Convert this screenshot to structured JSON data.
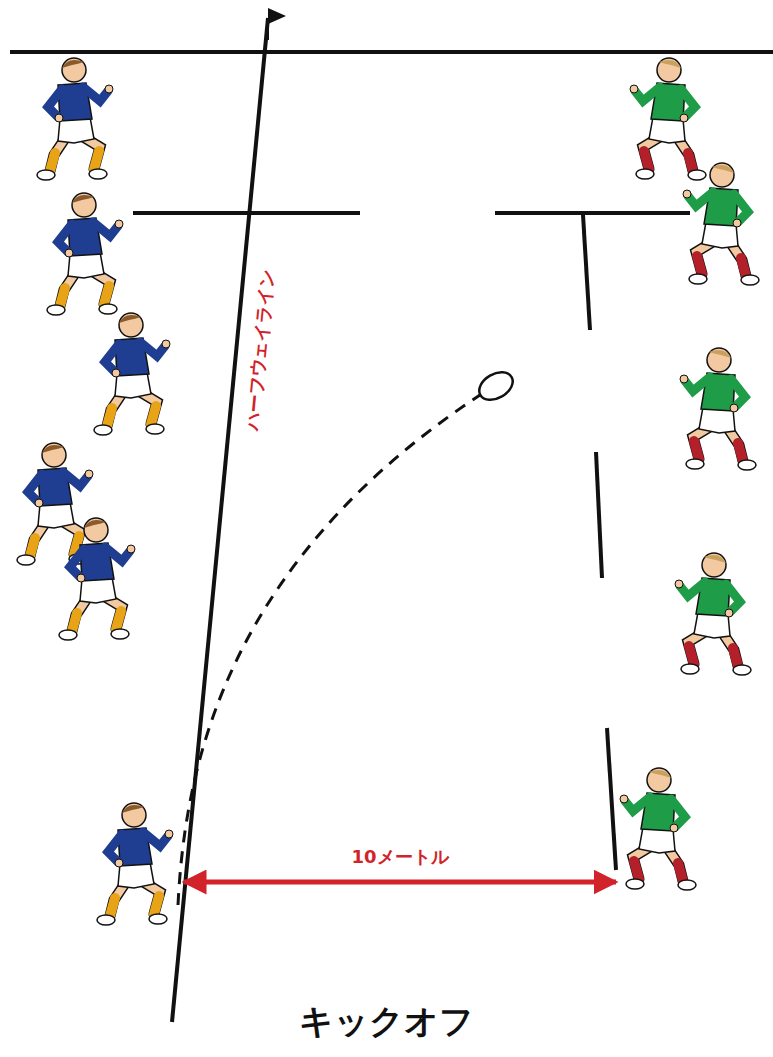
{
  "diagram": {
    "caption": "キックオフ",
    "labels": [
      "ハーフウェイライン",
      "10メートル"
    ]
  }
}
